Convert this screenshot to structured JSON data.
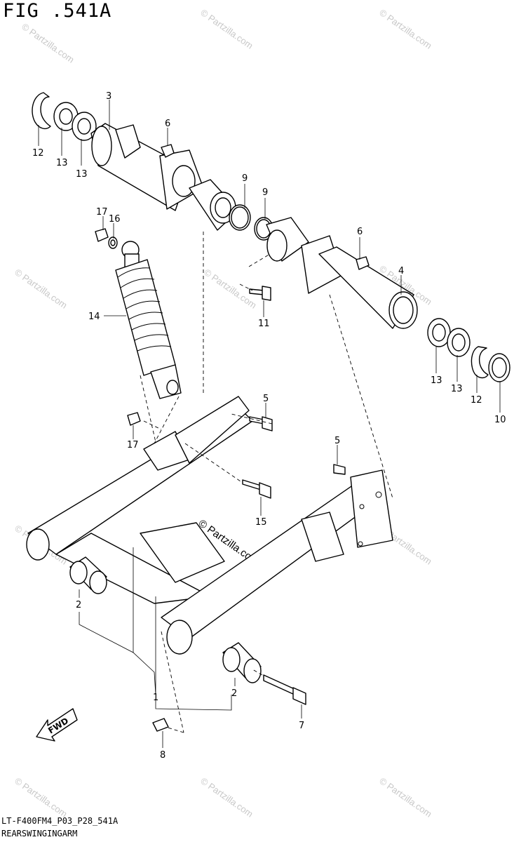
{
  "figure": {
    "title": "FIG .541A",
    "model_code": "LT-F400FM4_P03_P28_541A",
    "section_name": "REARSWINGINGARM"
  },
  "callouts": {
    "c1": "1",
    "c2a": "2",
    "c2b": "2",
    "c3": "3",
    "c4": "4",
    "c5a": "5",
    "c5b": "5",
    "c6a": "6",
    "c6b": "6",
    "c7": "7",
    "c8": "8",
    "c9a": "9",
    "c9b": "9",
    "c10": "10",
    "c11": "11",
    "c12a": "12",
    "c12b": "12",
    "c13a": "13",
    "c13b": "13",
    "c13c": "13",
    "c13d": "13",
    "c14": "14",
    "c15": "15",
    "c16": "16",
    "c17a": "17",
    "c17b": "17"
  },
  "fwd_label": "FWD",
  "watermark": {
    "main": "© Partzilla.com",
    "repeat": "© Partzilla.com"
  }
}
